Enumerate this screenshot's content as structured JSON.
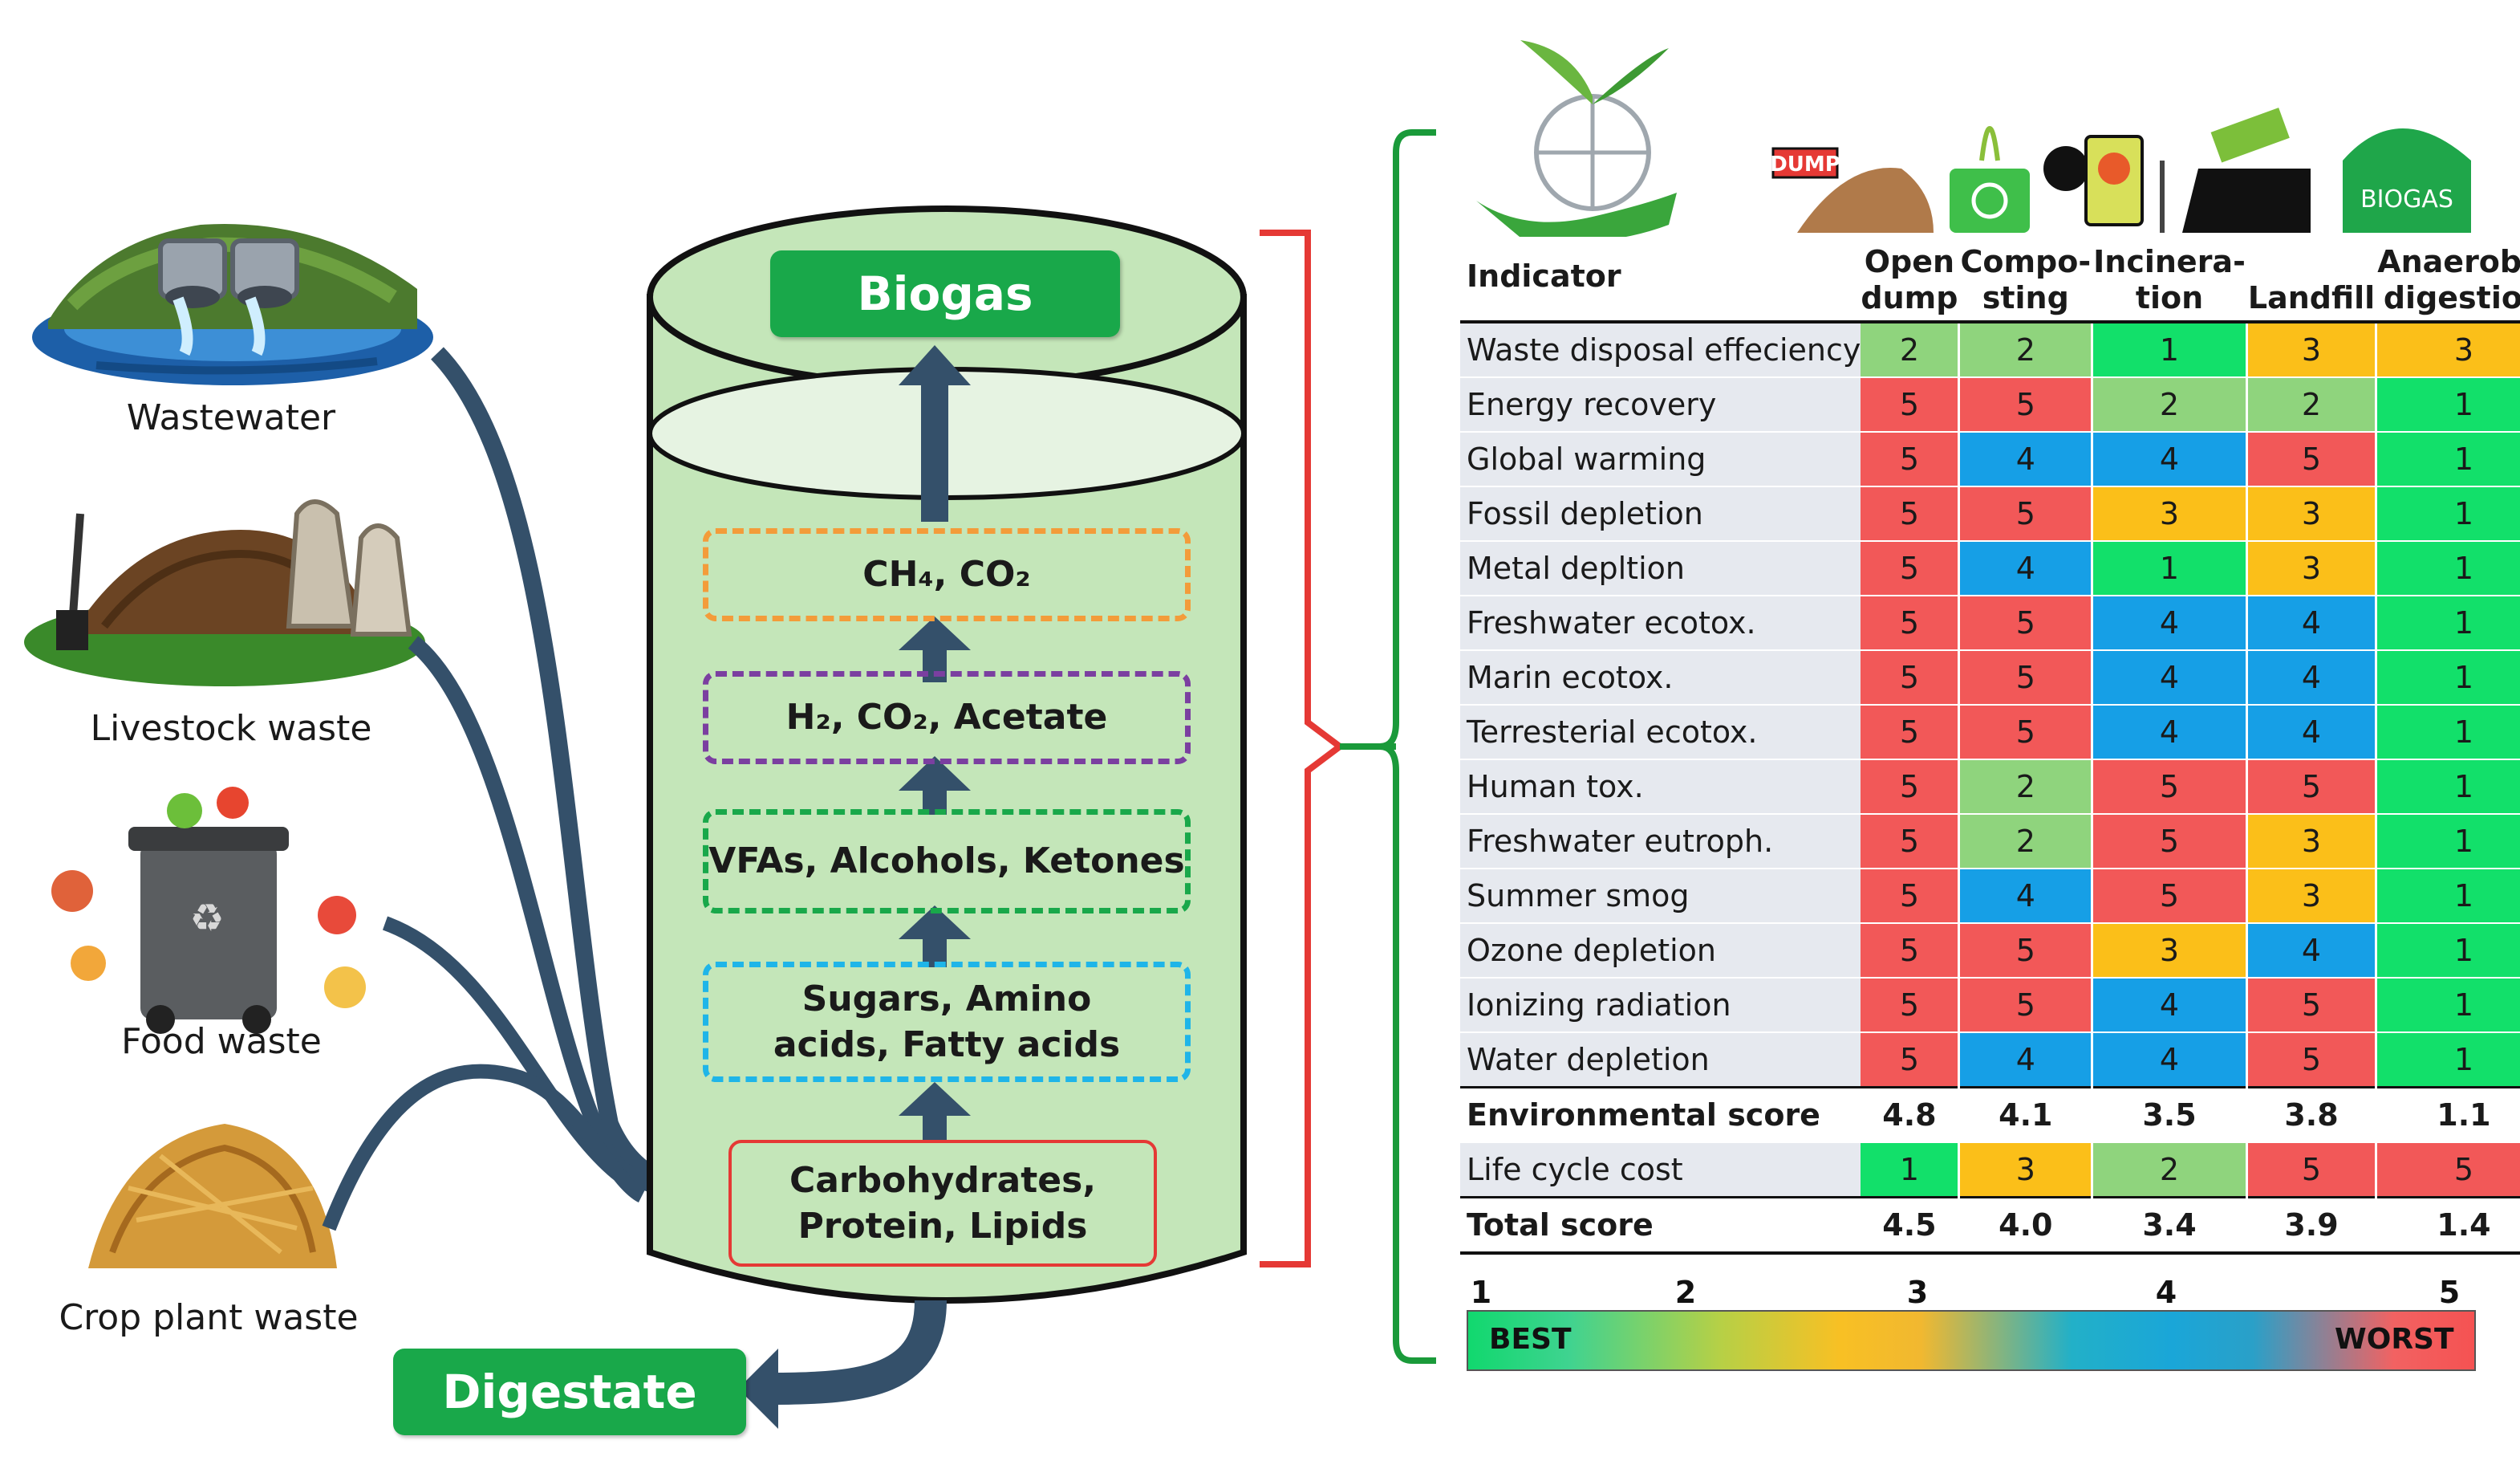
{
  "sources": [
    {
      "id": "wastewater",
      "label": "Wastewater"
    },
    {
      "id": "livestock",
      "label": "Livestock waste"
    },
    {
      "id": "food",
      "label": "Food waste"
    },
    {
      "id": "crop",
      "label": "Crop plant waste"
    }
  ],
  "digester": {
    "output_top": "Biogas",
    "output_bottom": "Digestate",
    "stages": [
      "CH₄, CO₂",
      "H₂, CO₂, Acetate",
      "VFAs, Alcohols, Ketones",
      "Sugars, Amino acids, Fatty acids",
      "Carbohydrates, Protein, Lipids"
    ]
  },
  "table": {
    "header": {
      "indicator": "Indicator",
      "columns": [
        "Open dump",
        "Compo- sting",
        "Incinera- tion",
        "Landfill",
        "Anaerobic digestion"
      ]
    },
    "rows": [
      {
        "label": "Waste disposal effeciency",
        "values": [
          "2",
          "2",
          "1",
          "3",
          "3"
        ],
        "bold": false
      },
      {
        "label": "Energy recovery",
        "values": [
          "5",
          "5",
          "2",
          "2",
          "1"
        ],
        "bold": false
      },
      {
        "label": "Global warming",
        "values": [
          "5",
          "4",
          "4",
          "5",
          "1"
        ],
        "bold": false
      },
      {
        "label": "Fossil depletion",
        "values": [
          "5",
          "5",
          "3",
          "3",
          "1"
        ],
        "bold": false
      },
      {
        "label": "Metal depltion",
        "values": [
          "5",
          "4",
          "1",
          "3",
          "1"
        ],
        "bold": false
      },
      {
        "label": "Freshwater ecotox.",
        "values": [
          "5",
          "5",
          "4",
          "4",
          "1"
        ],
        "bold": false
      },
      {
        "label": "Marin ecotox.",
        "values": [
          "5",
          "5",
          "4",
          "4",
          "1"
        ],
        "bold": false
      },
      {
        "label": "Terresterial ecotox.",
        "values": [
          "5",
          "5",
          "4",
          "4",
          "1"
        ],
        "bold": false
      },
      {
        "label": "Human tox.",
        "values": [
          "5",
          "2",
          "5",
          "5",
          "1"
        ],
        "bold": false
      },
      {
        "label": "Freshwater eutroph.",
        "values": [
          "5",
          "2",
          "5",
          "3",
          "1"
        ],
        "bold": false
      },
      {
        "label": "Summer smog",
        "values": [
          "5",
          "4",
          "5",
          "3",
          "1"
        ],
        "bold": false
      },
      {
        "label": "Ozone depletion",
        "values": [
          "5",
          "5",
          "3",
          "4",
          "1"
        ],
        "bold": false
      },
      {
        "label": "Ionizing radiation",
        "values": [
          "5",
          "5",
          "4",
          "5",
          "1"
        ],
        "bold": false
      },
      {
        "label": "Water depletion",
        "values": [
          "5",
          "4",
          "4",
          "5",
          "1"
        ],
        "bold": false
      },
      {
        "label": "Environmental score",
        "values": [
          "4.8",
          "4.1",
          "3.5",
          "3.8",
          "1.1"
        ],
        "bold": true
      },
      {
        "label": "Life cycle cost",
        "values": [
          "1",
          "3",
          "2",
          "5",
          "5"
        ],
        "bold": false
      },
      {
        "label": "Total score",
        "values": [
          "4.5",
          "4.0",
          "3.4",
          "3.9",
          "1.4"
        ],
        "bold": true
      }
    ],
    "color_map": {
      "1": "#12e06a",
      "2": "#8fd47d",
      "3": "#fbbf19",
      "4": "#169fe6",
      "5": "#f25858"
    }
  },
  "legend": {
    "ticks": [
      "1",
      "2",
      "3",
      "4",
      "5"
    ],
    "best_label": "BEST",
    "worst_label": "WORST"
  },
  "icons": {
    "sources": [
      "pipes-outflow-icon",
      "manure-pile-icon",
      "recycle-bin-icon",
      "straw-pile-icon"
    ],
    "table_header": [
      "plant-globe-hand-icon",
      "dump-icon",
      "compost-bin-icon",
      "incinerator-icon",
      "landfill-truck-icon",
      "biogas-dome-icon"
    ]
  },
  "colors": {
    "green_label": "#19a84a",
    "tank_fill": "#c4e6b9",
    "arrow": "#34506a",
    "bracket_red": "#e53935",
    "bracket_green": "#1a9a3a"
  }
}
